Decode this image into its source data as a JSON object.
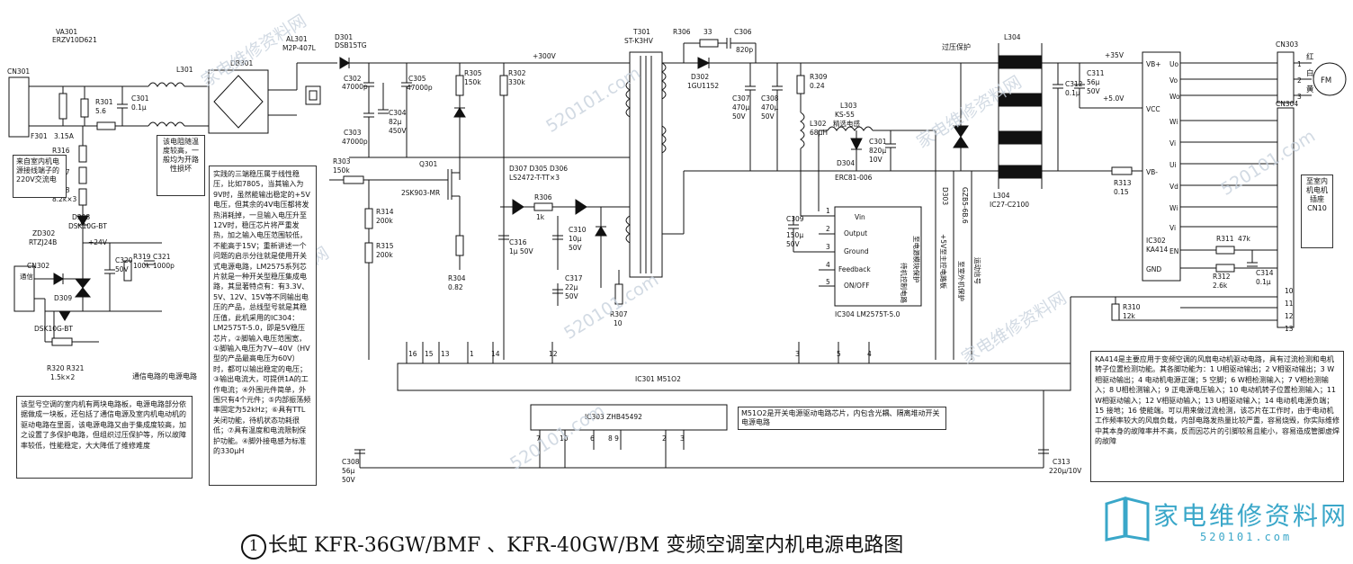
{
  "caption": {
    "number": "1",
    "text": "长虹 KFR-36GW/BMF 、KFR-40GW/BM 变频空调室内机电源电路图"
  },
  "logo": {
    "text": "家电维修资料网",
    "url": "520101.com"
  },
  "watermarks": [
    "家电维修资料网",
    "520101.com",
    "家电维修资料网",
    "520101.com",
    "家电维修资料网",
    "520101.com",
    "家电维修资料网",
    "520101.com"
  ],
  "callouts": {
    "ac_input": "来自室内机电源接线端子的220V交流电",
    "ptc": "该电阻随温度较高，一般均为开路性损坏",
    "comm_power": "通信电路的电源电路",
    "outdoor": "至室内机电机插座CN10",
    "overvoltage": "过压保护",
    "ic303_note": "M51O2是开关电源驱动电路芯片，内包含光耦、隔离堆动开关电源电路"
  },
  "notes": {
    "regulator": "实践的三端稳压属于线性稳压，比如7805，当其输入为9V时，虽然能输出稳定的+5V电压，但其余的4V电压都将发热消耗掉，一旦输入电压升至12V时，稳压芯片将严重发热，加之输入电压范围较低，不能高于15V；重新讲述一个问题的启示分往就是使用开关式电源电路，LM2575系列芯片就是一种开关型稳压集成电路，其显著特点有：有3.3V、5V、12V、15V等不同输出电压的产品，总线型号就是其稳压值，此机采用的IC304：LM2575T-5.0，即是5V稳压芯片，②脚输入电压范围宽，①脚输入电压为7V~40V（HV型的产品最高电压为60V）时，都可以输出稳定的电压；③输出电流大，可提供1A的工作电流；④外围元件简单，外围只有4个元件；⑤内部振荡频率固定为52kHz；⑥具有TTL关闭功能，待机状态功耗很低；⑦具有温度和电流限制保护功能。④脚外接电感为标准的330μH",
    "comm": "该型号空调的室内机有两块电路板，电源电路部分依据做成一块板，还包括了通信电源及室内机电动机的驱动电路在里面，该电源电路又由于集成度较高，加之设置了多保护电路，但组织过压保护等，所以故障率较低，性能稳定，大大降低了维修难度",
    "ka414": "KA414是主要应用于变频空调的风扇电动机驱动电路，具有过流检测和电机转子位置检测功能。其各脚功能为：1 U相驱动输出；2 V相驱动输出；3 W相驱动输出；4 电动机电源正端；5 空脚；6 W相检测输入；7 V相检测输入；8 U相检测输入；9 正电源电压输入；10 电动机转子位置检测输入；11 W相驱动输入；12 V相驱动输入；13 U相驱动输入；14 电动机电源负端；15 接地；16 使能端。可以用来做过流检测，该芯片在工作时，由于电动机工作频率较大的风扇负载，内部电路发热量比较严重，容易烧毁，你实际维修中其本身的故障率并不高，反而因芯片的引脚较易且能小，容易造成管脚虚焊的故障"
  }
}
